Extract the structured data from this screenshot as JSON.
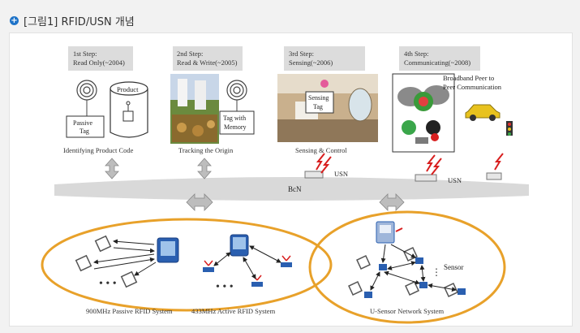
{
  "header": {
    "title": "[그림1] RFID/USN 개념",
    "icon": "plus-circle-icon",
    "icon_color": "#1e73c8"
  },
  "steps": [
    {
      "label_line1": "1st Step:",
      "label_line2": "Read Only(~2004)",
      "caption": "Identifying Product Code"
    },
    {
      "label_line1": "2nd Step:",
      "label_line2": "Read & Write(~2005)",
      "caption": "Tracking the Origin"
    },
    {
      "label_line1": "3rd Step:",
      "label_line2": "Sensing(~2006)",
      "caption": "Sensing & Control"
    },
    {
      "label_line1": "4th Step:",
      "label_line2": "Communicating(~2008)",
      "caption": ""
    }
  ],
  "labels": {
    "product": "Product",
    "passive_tag_1": "Passive",
    "passive_tag_2": "Tag",
    "tag_memory_1": "Tag with",
    "tag_memory_2": "Memory",
    "sensing_tag_1": "Sensing",
    "sensing_tag_2": "Tag",
    "broadband_1": "Broadband Peer to",
    "broadband_2": "Peer Communication",
    "usn_1": "USN",
    "usn_2": "USN",
    "bcn": "BcN",
    "sensor": "Sensor",
    "passive_system": "900MHz Passive RFID System",
    "active_system": "433MHz Active RFID System",
    "usensor_system": "U-Sensor Network System"
  },
  "colors": {
    "ellipse": "#e8a12a",
    "step_box": "#dcdcdc",
    "bcn_band": "#d9d9d9",
    "arrow": "#bdbdbd",
    "antenna": "#d81e1e",
    "chip": "#2a5fb0"
  }
}
